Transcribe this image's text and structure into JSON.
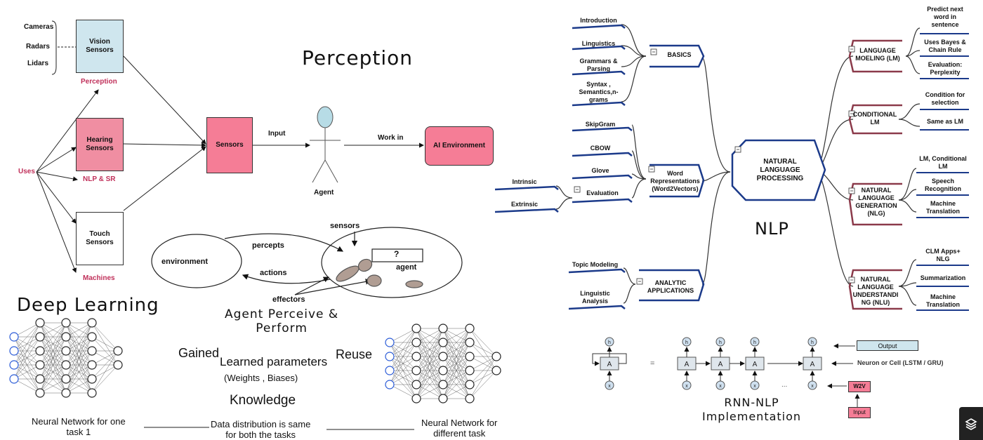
{
  "perception": {
    "title": "Perception",
    "inputs": [
      "Cameras",
      "Radars",
      "Lidars"
    ],
    "vision_box": "Vision\nSensors",
    "perception_label": "Perception",
    "uses_label": "Uses",
    "hearing_box": "Hearing\nSensors",
    "nlp_sr_label": "NLP & SR",
    "touch_box": "Touch\nSensors",
    "machines_label": "Machines",
    "sensors_box": "Sensors",
    "input_label": "Input",
    "agent_label": "Agent",
    "work_in_label": "Work in",
    "ai_env_box": "AI Environment"
  },
  "agent_diagram": {
    "sensors": "sensors",
    "percepts": "percepts",
    "environment": "environment",
    "actions": "actions",
    "question": "?",
    "agent": "agent",
    "effectors": "effectors",
    "caption": "Agent Perceive &\nPerform"
  },
  "deep_learning": {
    "title": "Deep Learning",
    "gained": "Gained",
    "learned": "Learned parameters",
    "reuse": "Reuse",
    "weights": "(Weights  , Biases)",
    "knowledge": "Knowledge",
    "nn_one": "Neural Network for one\ntask 1",
    "data_dist": "Data distribution is same\nfor both the tasks",
    "nn_diff": "Neural Network for\ndifferent task"
  },
  "nlp_map": {
    "center": "NATURAL\nLANGUAGE\nPROCESSING",
    "title": "NLP",
    "basics": "BASICS",
    "basics_items": [
      "Introduction",
      "Linguistics",
      "Grammars &\nParsing",
      "Syntax ,\nSemantics,n-\ngrams"
    ],
    "word_rep": "Word\nRepresentations\n(Word2Vectors)",
    "word_items": [
      "SkipGram",
      "CBOW",
      "Glove",
      "Evaluation"
    ],
    "eval_items": [
      "Intrinsic",
      "Extrinsic"
    ],
    "analytic": "ANALYTIC\nAPPLICATIONS",
    "analytic_items": [
      "Topic Modeling",
      "Linguistic\nAnalysis"
    ],
    "lm": "LANGUAGE\nMOELING (LM)",
    "lm_items": [
      "Predict next\nword in\nsentence",
      "Uses Bayes &\nChain Rule",
      "Evaluation:\nPerplexity"
    ],
    "clm": "CONDITIONAL\nLM",
    "clm_items": [
      "Condition for\nselection",
      "Same as LM"
    ],
    "nlg": "NATURAL\nLANGUAGE\nGENERATION\n(NLG)",
    "nlg_items": [
      "LM, Conditional\nLM",
      "Speech\nRecognition",
      "Machine\nTranslation"
    ],
    "nlu": "NATURAL\nLANGUAGE\nUNDERSTANDI\nNG (NLU)",
    "nlu_items": [
      "CLM Apps+\nNLG",
      "Summarization",
      "Machine\nTranslation"
    ]
  },
  "rnn": {
    "h": "h",
    "a": "A",
    "x": "x",
    "eq": "=",
    "dots": "...",
    "output": "Output",
    "neuron": "Neuron or Cell (LSTM / GRU)",
    "w2v": "W2V",
    "input": "Input",
    "caption": "RNN-NLP\nImplementation"
  },
  "colors": {
    "light_blue": "#cfe6ee",
    "pink": "#f57d96",
    "pink_text": "#c0305a",
    "navy": "#1b3a8a",
    "maroon": "#8b3a4a"
  },
  "icons": [
    "stick-figure-agent-icon",
    "layers-icon"
  ]
}
